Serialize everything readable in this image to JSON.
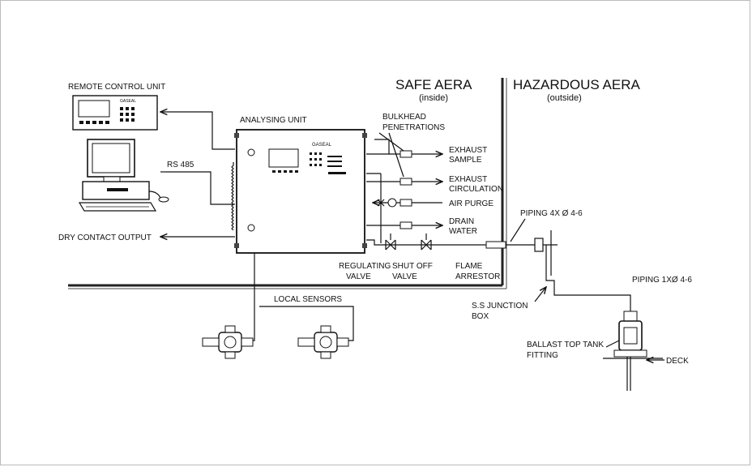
{
  "zones": {
    "safe_title": "SAFE AERA",
    "safe_sub": "(inside)",
    "hazard_title": "HAZARDOUS AERA",
    "hazard_sub": "(outside)"
  },
  "labels": {
    "remote_control_unit": "REMOTE CONTROL UNIT",
    "rs485": "RS 485",
    "dry_contact": "DRY CONTACT OUTPUT",
    "analysing_unit": "ANALYSING UNIT",
    "bulkhead_1": "BULKHEAD",
    "bulkhead_2": "PENETRATIONS",
    "exhaust_sample_1": "EXHAUST",
    "exhaust_sample_2": "SAMPLE",
    "exhaust_circ_1": "EXHAUST",
    "exhaust_circ_2": "CIRCULATION",
    "air_purge": "AIR PURGE",
    "drain_1": "DRAIN",
    "drain_2": "WATER",
    "piping_4x": "PIPING 4X Ø 4-6",
    "piping_1x": "PIPING 1XØ 4-6",
    "regulating_1": "REGULATING",
    "regulating_2": "VALVE",
    "shutoff_1": "SHUT OFF",
    "shutoff_2": "VALVE",
    "flame_1": "FLAME",
    "flame_2": "ARRESTOR",
    "junction_1": "S.S JUNCTION",
    "junction_2": "BOX",
    "local_sensors": "LOCAL SENSORS",
    "ballast_1": "BALLAST TOP TANK",
    "ballast_2": "FITTING",
    "deck": "DECK"
  }
}
